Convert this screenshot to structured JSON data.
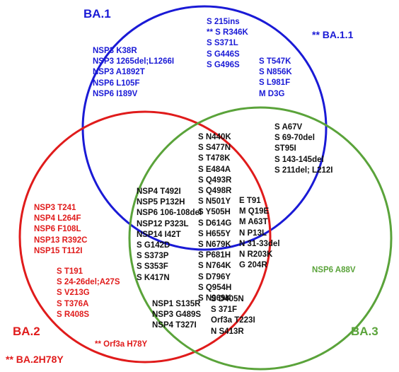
{
  "sets": {
    "ba1": {
      "label": "BA.1",
      "color": "#1a1ad6"
    },
    "ba2": {
      "label": "BA.2",
      "color": "#e01b1b"
    },
    "ba3": {
      "label": "BA.3",
      "color": "#5aa33a"
    }
  },
  "notes": {
    "ba11": "** BA.1.1",
    "ba2h78y": "** BA.2H78Y"
  },
  "regions": {
    "ba1_top": [
      "S 215ins",
      "** S R346K",
      "S S371L",
      "S G446S",
      "S G496S"
    ],
    "ba1_left": [
      "NSP3 K38R",
      "NSP3 1265del;L1266I",
      "NSP3 A1892T",
      "NSP6 L105F",
      "NSP6 I189V"
    ],
    "ba1_right": [
      "S T547K",
      "S N856K",
      "S L981F",
      "M D3G"
    ],
    "ba1_ba3": [
      "S A67V",
      "S 69-70del",
      "ST95I",
      "S 143-145del",
      "S 211del; L212I"
    ],
    "all_center": [
      "S N440K",
      "S S477N",
      "S T478K",
      "S E484A",
      "S Q493R",
      "S Q498R",
      "S N501Y",
      "S Y505H",
      "S D614G",
      "S H655Y",
      "S N679K",
      "S P681H",
      "S N764K",
      "S D796Y",
      "S Q954H",
      "S N969K"
    ],
    "all_left": [
      "NSP4 T492I",
      "NSP5 P132H",
      "NSP6 106-108del",
      "NSP12 P323L",
      "NSP14 I42T",
      "S G142D",
      "S S373P",
      "S S353F",
      "S K417N"
    ],
    "all_right": [
      "E T91",
      "M Q19E",
      "M A63T",
      "N P13L",
      "N 31-33del",
      "N R203K",
      "G 204R"
    ],
    "ba2_upper": [
      "NSP3 T241",
      "NSP4 L264F",
      "NSP6 F108L",
      "NSP13 R392C",
      "NSP15 T112I"
    ],
    "ba2_lower": [
      "S T191",
      "S 24-26del;A27S",
      "S V213G",
      "S T376A",
      "S R408S"
    ],
    "ba2_note": "** Orf3a H78Y",
    "ba3_only": [
      "NSP6 A88V"
    ],
    "ba2_ba3_left": [
      "NSP1 S135R",
      "NSP3 G489S",
      "NSP4 T327I"
    ],
    "ba2_ba3_right": [
      "S D405N",
      "S 371F",
      "Orf3a T223I",
      "N S413R"
    ]
  }
}
